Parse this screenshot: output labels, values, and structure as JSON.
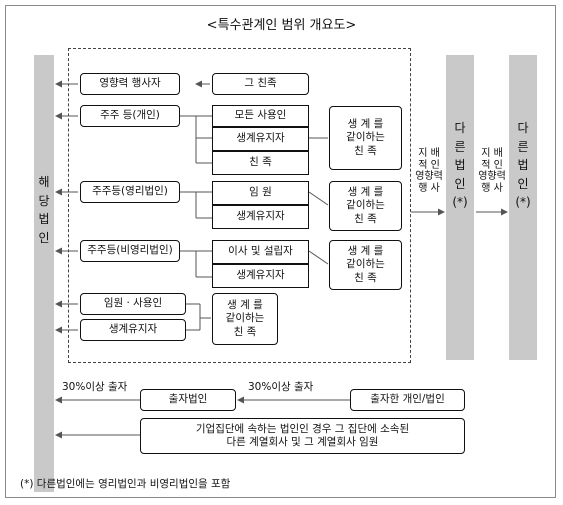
{
  "title": "<특수관계인 범위 개요도>",
  "left_pillar": "해\n당\n법\n인",
  "middle_pillar": "다\n른\n법\n인\n(*)",
  "right_pillar": "다\n른\n법\n인\n(*)",
  "left_boxes": {
    "influence": "영향력 행사자",
    "shareholder_person": "주주 등(개인)",
    "shareholder_profit": "주주등(영리법인)",
    "shareholder_nonprofit": "주주등(비영리법인)",
    "officer_user": "임원 · 사용인",
    "dependent": "생계유지자"
  },
  "middle_boxes": {
    "relative": "그  친족",
    "all_users": "모든 사용인",
    "dependent_1": "생계유지자",
    "kin": "친        족",
    "officer": "임        원",
    "dependent_2": "생계유지자",
    "director": "이사 및 설립자",
    "dependent_3": "생계유지자"
  },
  "same_living_boxes": [
    "생 계 를\n같이하는\n친     족",
    "생 계 를\n같이하는\n친     족",
    "생 계 를\n같이하는\n친     족",
    "생 계 를\n같이하는\n친     족"
  ],
  "control_label_1": "지 배\n적 인\n영향력\n행 사",
  "control_label_2": "지 배\n적 인\n영향력\n행 사",
  "invest_label_1": "30%이상 출자",
  "invest_label_2": "30%이상 출자",
  "investing_corp": "출자법인",
  "investing_person": "출자한 개인/법인",
  "group_box": "기업집단에 속하는 법인인 경우 그 집단에 소속된\n다른 계열회사 및 그 계열회사 임원",
  "footnote": "(*) 다른법인에는 영리법인과 비영리법인을 포함",
  "colors": {
    "pillar": "#c9c9c9",
    "line": "#555555",
    "border": "#111111"
  }
}
